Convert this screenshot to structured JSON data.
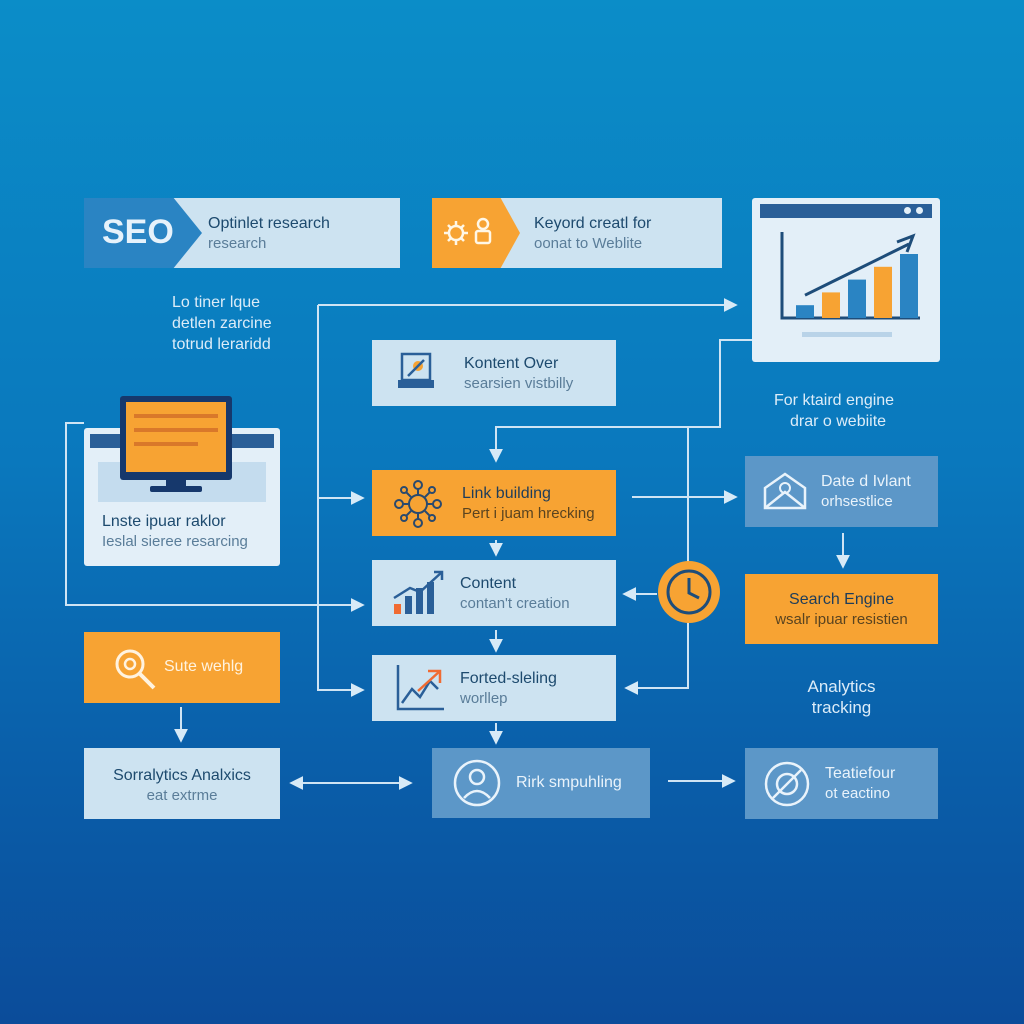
{
  "seo_block": {
    "badge": "SEO",
    "line1": "Optinlet research",
    "line2": "research"
  },
  "keyword_block": {
    "line1": "Keyord creatl for",
    "line2": "oonat to Weblite"
  },
  "left_note": [
    "Lo tiner lque",
    "detlen zarcine",
    "totrud leraridd"
  ],
  "content_over": {
    "line1": "Kontent Over",
    "line2": "searsien vistbilly"
  },
  "monitor_card": {
    "line1": "Lnste ipuar raklor",
    "line2": "Ieslal sieree resarcing"
  },
  "link_building": {
    "line1": "Link building",
    "line2": "Pert i juam hrecking"
  },
  "content": {
    "line1": "Content",
    "line2": "contan't creation"
  },
  "forted": {
    "line1": "Forted-sleling",
    "line2": "worllep"
  },
  "right_note": [
    "For ktaird engine",
    "drar o webiite"
  ],
  "data_block": {
    "line1": "Date d Ivlant",
    "line2": "orhsestlice"
  },
  "search_engine": {
    "line1": "Search Engine",
    "line2": "wsalr ipuar resistien"
  },
  "analytics_note": [
    "Analytics",
    "tracking"
  ],
  "sute_block": {
    "line1": "Sute wehlg"
  },
  "sorralytics": {
    "line1": "Sorralytics Analxics",
    "line2": "eat extrme"
  },
  "rirk_block": {
    "line1": "Rirk smpuhling"
  },
  "teatie_block": {
    "line1": "Teatiefour",
    "line2": "ot eactino"
  },
  "chart_card": {
    "bars": [
      1,
      2,
      3,
      4,
      5
    ]
  },
  "colors": {
    "orange": "#f7a333",
    "light_box": "#cde3f1",
    "mid_box": "#5c97c8",
    "arrow": "#d7eaf7"
  }
}
